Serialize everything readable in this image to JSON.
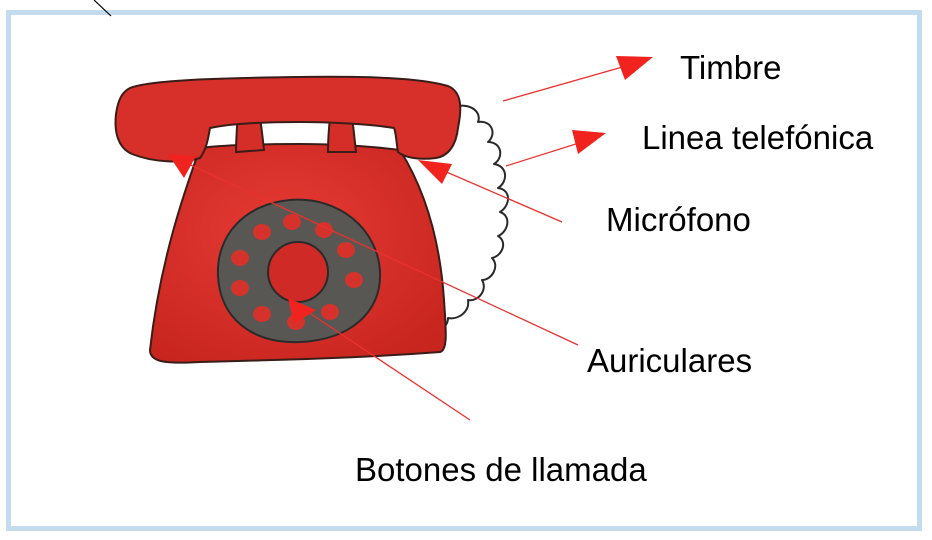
{
  "labels": {
    "timbre": "Timbre",
    "linea": "Linea telefónica",
    "microfono": "Micrófono",
    "auriculares": "Auriculares",
    "botones": "Botones de llamada"
  },
  "colors": {
    "frame": "#c4dced",
    "phone_body": "#d8302c",
    "phone_shadow": "#b8221f",
    "dial": "#585654",
    "annotation_line": "#e8322f",
    "outline": "#3a1d18"
  },
  "icons": {
    "illustration": "rotary-telephone-icon",
    "pointer": "red-arrow-icon"
  }
}
